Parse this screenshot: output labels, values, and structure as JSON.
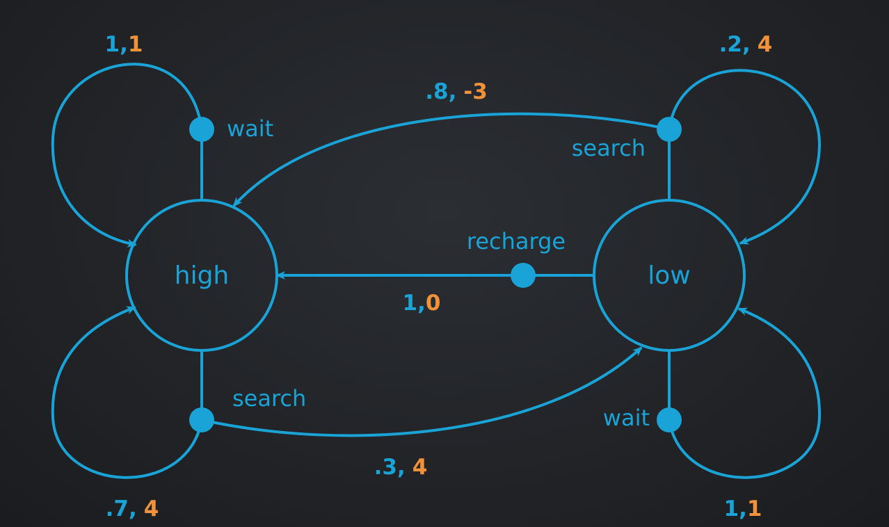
{
  "colors": {
    "stroke": "#1aa3d6",
    "text": "#1aa3d6",
    "reward": "#f0923a",
    "background": "#222428"
  },
  "states": {
    "high": "high",
    "low": "low"
  },
  "actions": {
    "high_wait": "wait",
    "high_search": "search",
    "low_search": "search",
    "low_recharge": "recharge",
    "low_wait": "wait"
  },
  "transitions": {
    "high_wait_loop": {
      "prob": "1,",
      "reward": "1"
    },
    "high_search_loop": {
      "prob": ".7,",
      "reward": "4"
    },
    "high_search_low": {
      "prob": ".3,",
      "reward": "4"
    },
    "low_search_high": {
      "prob": ".8,",
      "reward": "-3"
    },
    "low_search_loop": {
      "prob": ".2,",
      "reward": "4"
    },
    "low_recharge_high": {
      "prob": "1,",
      "reward": "0"
    },
    "low_wait_loop": {
      "prob": "1,",
      "reward": "1"
    }
  }
}
